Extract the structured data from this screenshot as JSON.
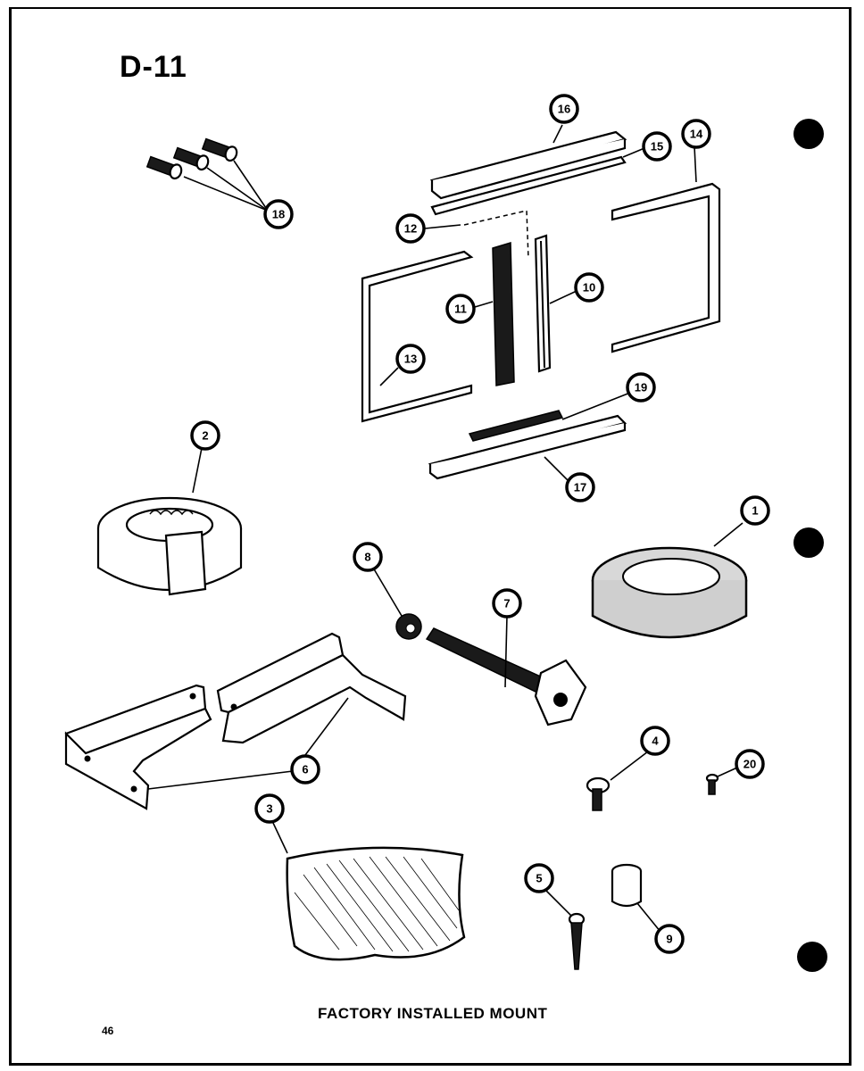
{
  "page": {
    "title": "D-11",
    "caption": "FACTORY INSTALLED MOUNT",
    "page_number": "46"
  },
  "callouts": [
    {
      "key": "c16",
      "label": "16"
    },
    {
      "key": "c15",
      "label": "15"
    },
    {
      "key": "c14",
      "label": "14"
    },
    {
      "key": "c18",
      "label": "18"
    },
    {
      "key": "c12",
      "label": "12"
    },
    {
      "key": "c11",
      "label": "11"
    },
    {
      "key": "c10",
      "label": "10"
    },
    {
      "key": "c13",
      "label": "13"
    },
    {
      "key": "c19",
      "label": "19"
    },
    {
      "key": "c17",
      "label": "17"
    },
    {
      "key": "c2",
      "label": "2"
    },
    {
      "key": "c1",
      "label": "1"
    },
    {
      "key": "c8",
      "label": "8"
    },
    {
      "key": "c7",
      "label": "7"
    },
    {
      "key": "c6",
      "label": "6"
    },
    {
      "key": "c4",
      "label": "4"
    },
    {
      "key": "c20",
      "label": "20"
    },
    {
      "key": "c3",
      "label": "3"
    },
    {
      "key": "c5",
      "label": "5"
    },
    {
      "key": "c9",
      "label": "9"
    }
  ]
}
